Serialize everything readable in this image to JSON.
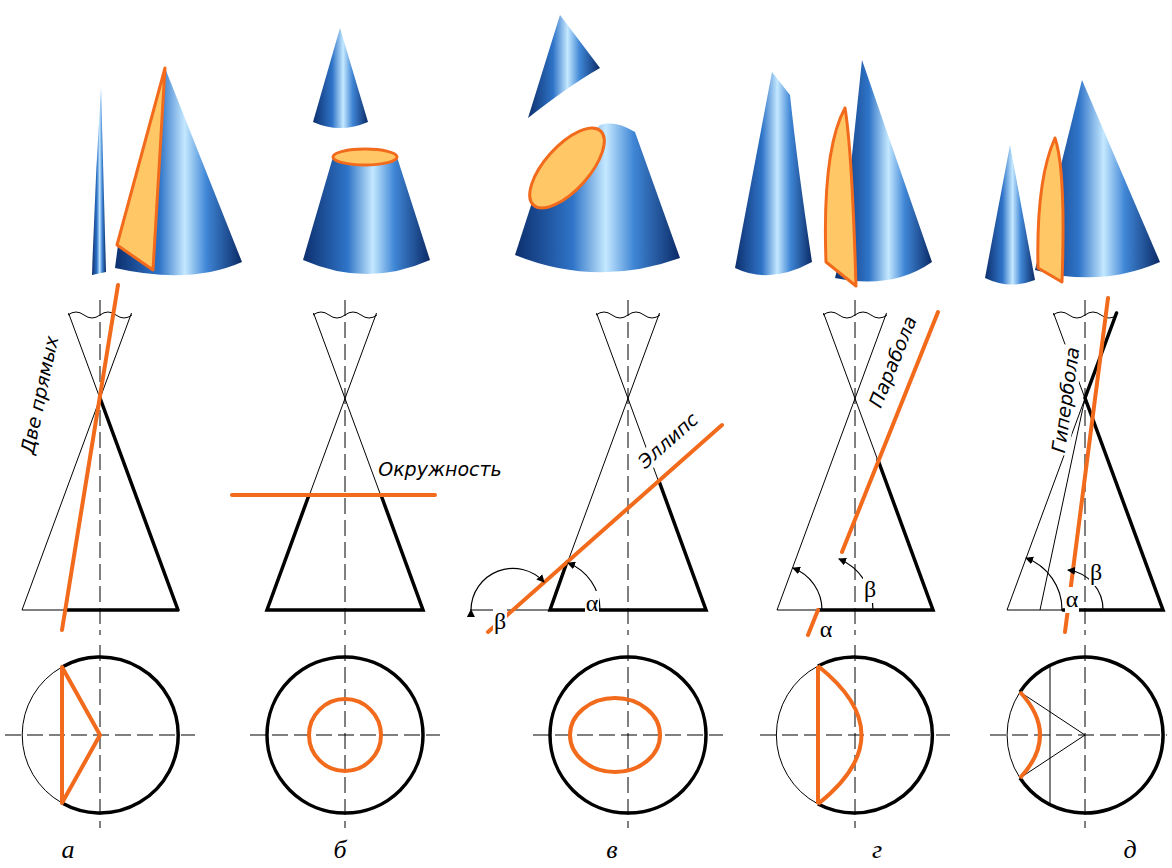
{
  "diagram": {
    "labels": [
      "Две прямых",
      "Окружность",
      "β",
      "α",
      "Эллипс",
      "Парабола",
      "α",
      "β",
      "Гипербола",
      "β",
      "α",
      "а",
      "б",
      "в",
      "г",
      "д"
    ]
  }
}
